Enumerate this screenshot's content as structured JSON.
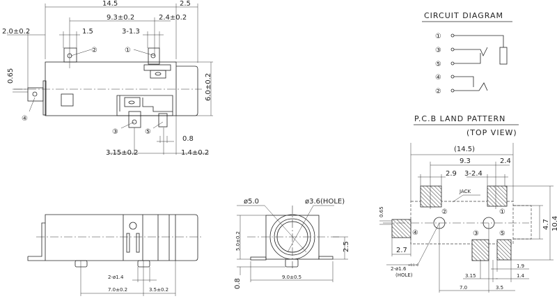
{
  "top_view": {
    "dim_total": "14.5",
    "dim_ext": "2.5",
    "dim_pitch": "9.3±0.2",
    "dim_pin1_offset": "2.4±0.2",
    "dim_pin2_width": "1.5",
    "dim_pin_width": "3-1.3",
    "dim_pin4_offset": "2.0±0.2",
    "dim_pin4_height": "0.65",
    "dim_height": "6.0±0.2",
    "dim_pin5_width": "0.8",
    "dim_pin3_offset": "3.15±0.2",
    "dim_pin5_offset": "1.4±0.2",
    "pin1": "①",
    "pin2": "②",
    "pin3": "③",
    "pin4": "④",
    "pin5": "⑤"
  },
  "circuit": {
    "title": "CIRCUIT DIAGRAM",
    "pins": [
      "①",
      "③",
      "⑤",
      "④",
      "②"
    ]
  },
  "pcb": {
    "title": "P.C.B LAND PATTERN",
    "subtitle": "(TOP VIEW)",
    "dim_total": "(14.5)",
    "dim_pitch": "9.3",
    "dim_pin1_offset": "2.4",
    "dim_pad_width": "2.9",
    "dim_pads": "3-2.4",
    "jack_label": "JACK",
    "dim_body_height": "4.7",
    "dim_total_height": "10.4",
    "dim_pin4_height": "0.65",
    "dim_pin4_offset": "2.7",
    "hole_note": "2-ø1.6",
    "hole_tol": "+0.1 -0",
    "hole_label": "(HOLE)",
    "dim_pin5_width": "1.9",
    "dim_pin5_offset": "1.4",
    "dim_pin3_offset": "3.15",
    "dim_hole_pitch": "7.0",
    "dim_hole_offset": "3.5",
    "pin1": "①",
    "pin2": "②",
    "pin3": "③",
    "pin4": "④",
    "pin5": "⑤"
  },
  "side_view": {
    "dim_pegs": "2-ø1.4",
    "dim_peg_pitch": "7.0±0.2",
    "dim_peg_offset": "3.5±0.2"
  },
  "front_view": {
    "dim_outer": "ø5.0",
    "dim_hole": "ø3.6(HOLE)",
    "dim_height": "5.0±0.2",
    "dim_center": "2.5",
    "dim_peg": "0.8",
    "dim_width": "9.0±0.5"
  }
}
